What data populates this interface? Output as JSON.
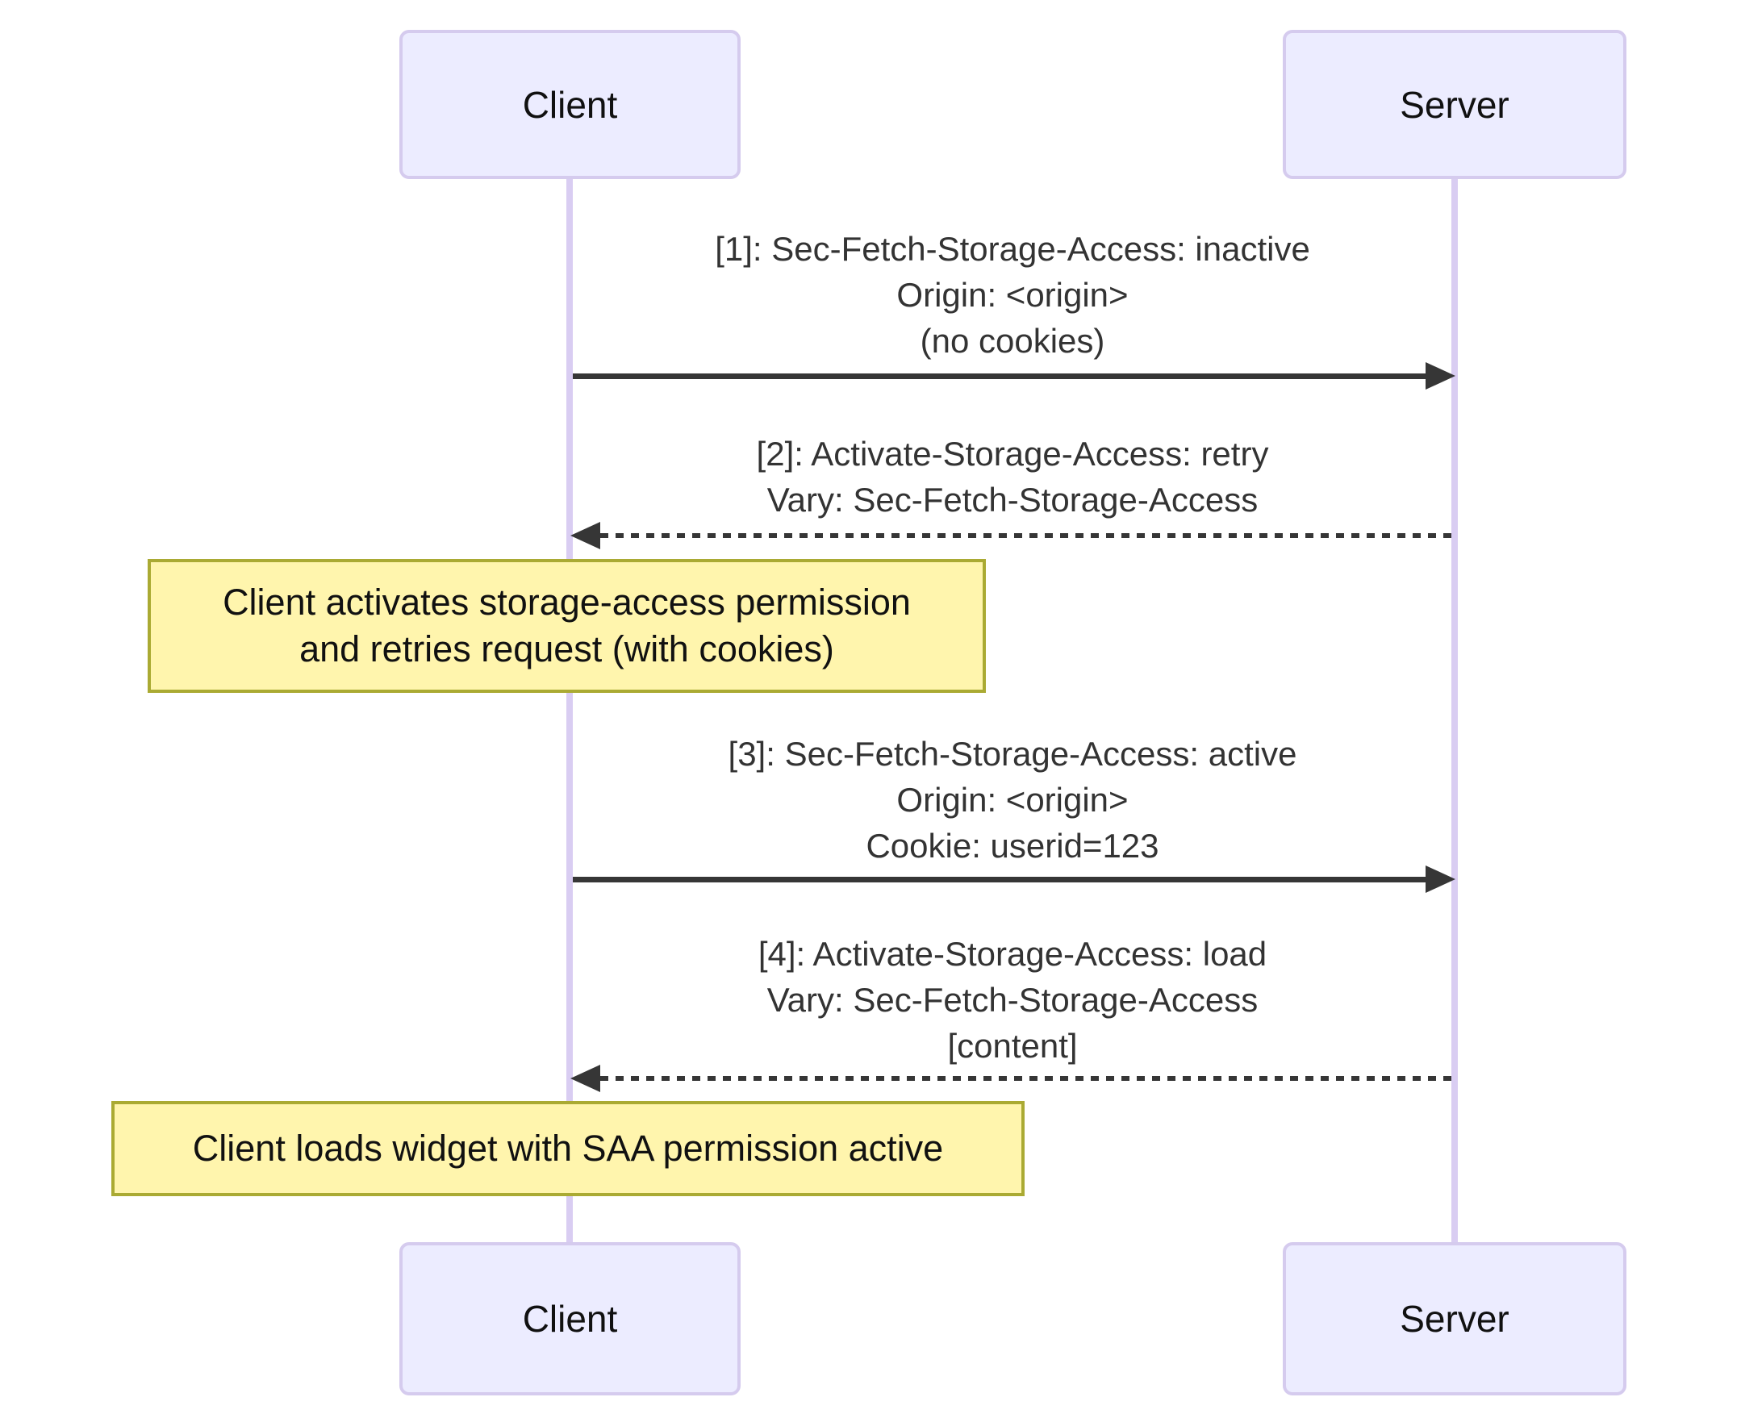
{
  "diagram": {
    "type": "sequence",
    "actors": [
      {
        "id": "client",
        "label": "Client"
      },
      {
        "id": "server",
        "label": "Server"
      }
    ],
    "messages": [
      {
        "index": "1",
        "from": "client",
        "to": "server",
        "style": "solid",
        "lines": [
          "[1]: Sec-Fetch-Storage-Access: inactive",
          "Origin: <origin>",
          "(no cookies)"
        ]
      },
      {
        "index": "2",
        "from": "server",
        "to": "client",
        "style": "dotted",
        "lines": [
          "[2]: Activate-Storage-Access: retry",
          "Vary: Sec-Fetch-Storage-Access"
        ]
      },
      {
        "index": "3",
        "from": "client",
        "to": "server",
        "style": "solid",
        "lines": [
          "[3]: Sec-Fetch-Storage-Access: active",
          "Origin: <origin>",
          "Cookie: userid=123"
        ]
      },
      {
        "index": "4",
        "from": "server",
        "to": "client",
        "style": "dotted",
        "lines": [
          "[4]: Activate-Storage-Access: load",
          "Vary: Sec-Fetch-Storage-Access",
          "[content]"
        ]
      }
    ],
    "notes": [
      {
        "lines": [
          "Client activates storage-access permission",
          "and retries request (with cookies)"
        ]
      },
      {
        "lines": [
          "Client loads widget with SAA permission active"
        ]
      }
    ],
    "colors": {
      "actor_fill": "#ECECFF",
      "actor_border": "#D5CBEE",
      "lifeline": "#D9CDF2",
      "note_fill": "#FFF5AD",
      "note_border": "#AAAA33",
      "message_text": "#333333",
      "arrow": "#363636"
    }
  }
}
